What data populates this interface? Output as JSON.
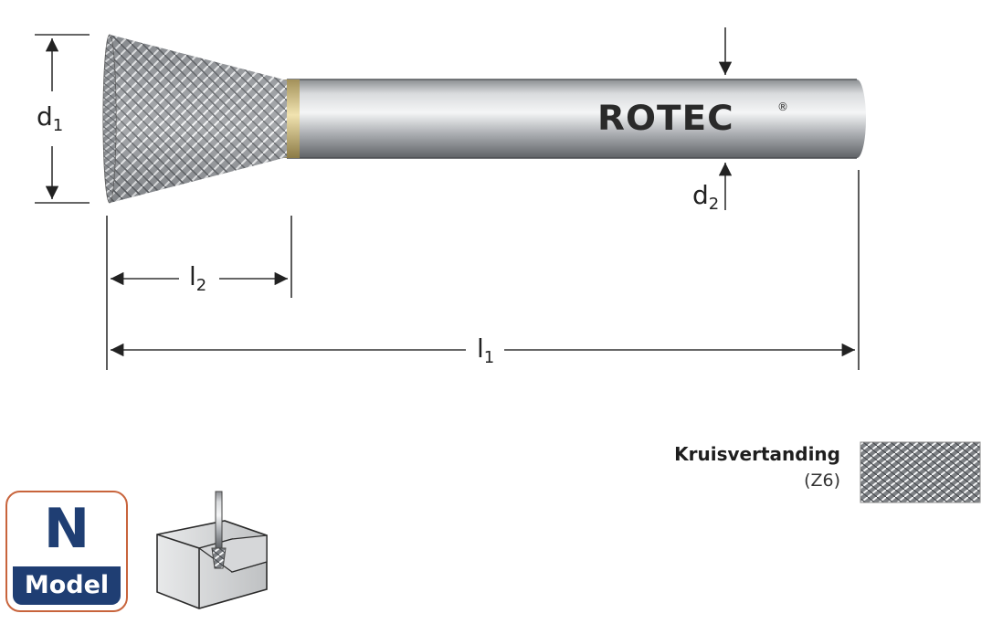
{
  "dimensions": {
    "d1": {
      "base": "d",
      "sub": "1"
    },
    "d2": {
      "base": "d",
      "sub": "2"
    },
    "l1": {
      "base": "l",
      "sub": "1"
    },
    "l2": {
      "base": "l",
      "sub": "2"
    }
  },
  "brand": {
    "name": "ROTEC",
    "registered": "®"
  },
  "toothing": {
    "title": "Kruisvertanding",
    "code": "(Z6)"
  },
  "model_badge": {
    "letter": "N",
    "label": "Model"
  },
  "colors": {
    "badge_border": "#c8643c",
    "badge_navy": "#1f3e73",
    "steel_dark": "#6f7276",
    "steel_light": "#e3e5e7",
    "dimension_line": "#333333"
  },
  "icons": [
    "burr-tool-icon",
    "workpiece-block-icon",
    "arrow-icon"
  ]
}
